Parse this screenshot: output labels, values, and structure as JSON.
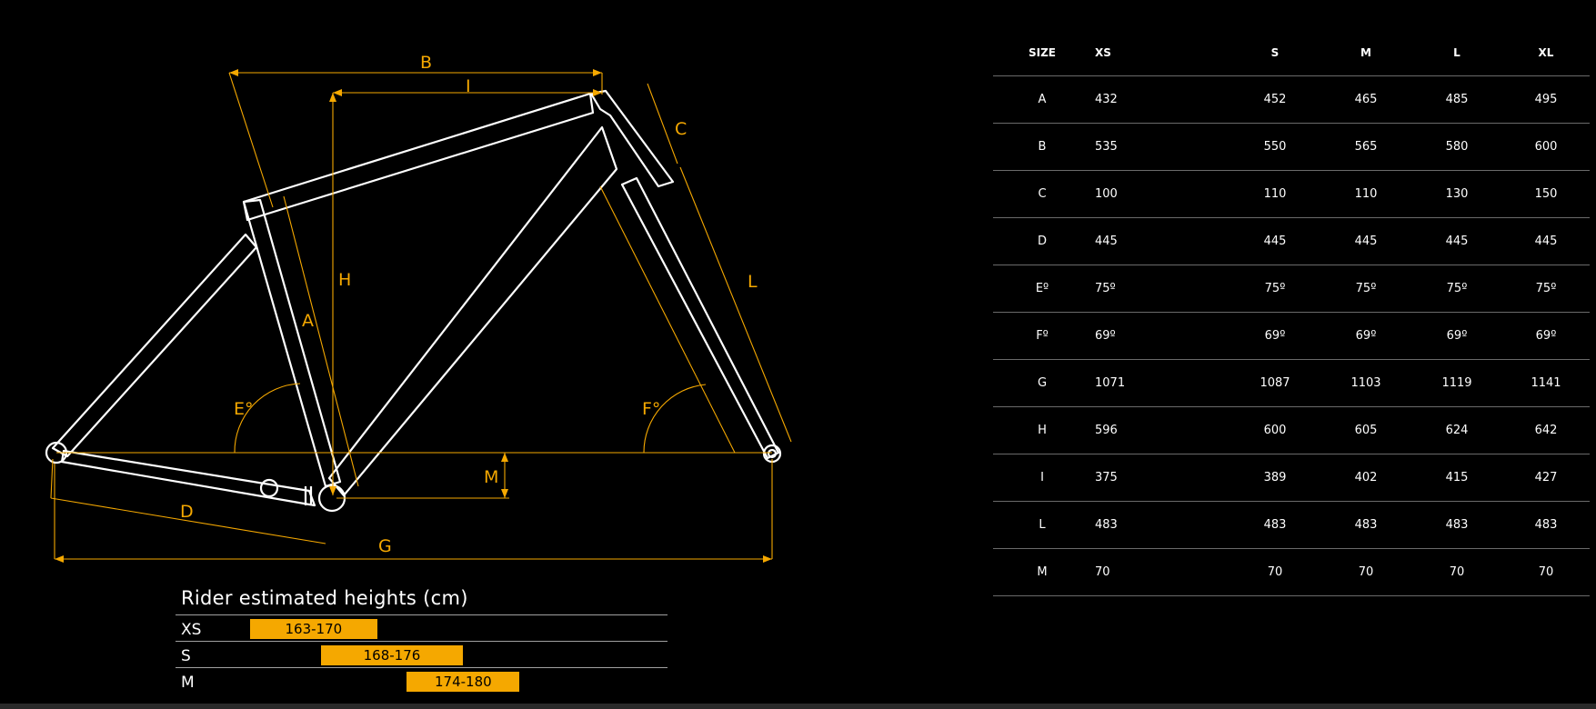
{
  "diagram": {
    "labels": {
      "A": "A",
      "B": "B",
      "C": "C",
      "D": "D",
      "E": "E°",
      "F": "F°",
      "G": "G",
      "H": "H",
      "I": "I",
      "L": "L",
      "M": "M"
    },
    "colors": {
      "dimension": "#f5a800",
      "frame": "#ffffff",
      "background": "#000000"
    }
  },
  "table": {
    "header": [
      "SIZE",
      "XS",
      "S",
      "M",
      "L",
      "XL"
    ],
    "rows": [
      [
        "A",
        "432",
        "452",
        "465",
        "485",
        "495"
      ],
      [
        "B",
        "535",
        "550",
        "565",
        "580",
        "600"
      ],
      [
        "C",
        "100",
        "110",
        "110",
        "130",
        "150"
      ],
      [
        "D",
        "445",
        "445",
        "445",
        "445",
        "445"
      ],
      [
        "Eº",
        "75º",
        "75º",
        "75º",
        "75º",
        "75º"
      ],
      [
        "Fº",
        "69º",
        "69º",
        "69º",
        "69º",
        "69º"
      ],
      [
        "G",
        "1071",
        "1087",
        "1103",
        "1119",
        "1141"
      ],
      [
        "H",
        "596",
        "600",
        "605",
        "624",
        "642"
      ],
      [
        "I",
        "375",
        "389",
        "402",
        "415",
        "427"
      ],
      [
        "L",
        "483",
        "483",
        "483",
        "483",
        "483"
      ],
      [
        "M",
        "70",
        "70",
        "70",
        "70",
        "70"
      ]
    ]
  },
  "rider": {
    "title": "Rider estimated heights (cm)",
    "scale": [
      160,
      190
    ],
    "rows": [
      {
        "size": "XS",
        "range": "163-170",
        "min": 163,
        "max": 170
      },
      {
        "size": "S",
        "range": "168-176",
        "min": 168,
        "max": 176
      },
      {
        "size": "M",
        "range": "174-180",
        "min": 174,
        "max": 180
      }
    ],
    "bar_color": "#f5a800"
  }
}
